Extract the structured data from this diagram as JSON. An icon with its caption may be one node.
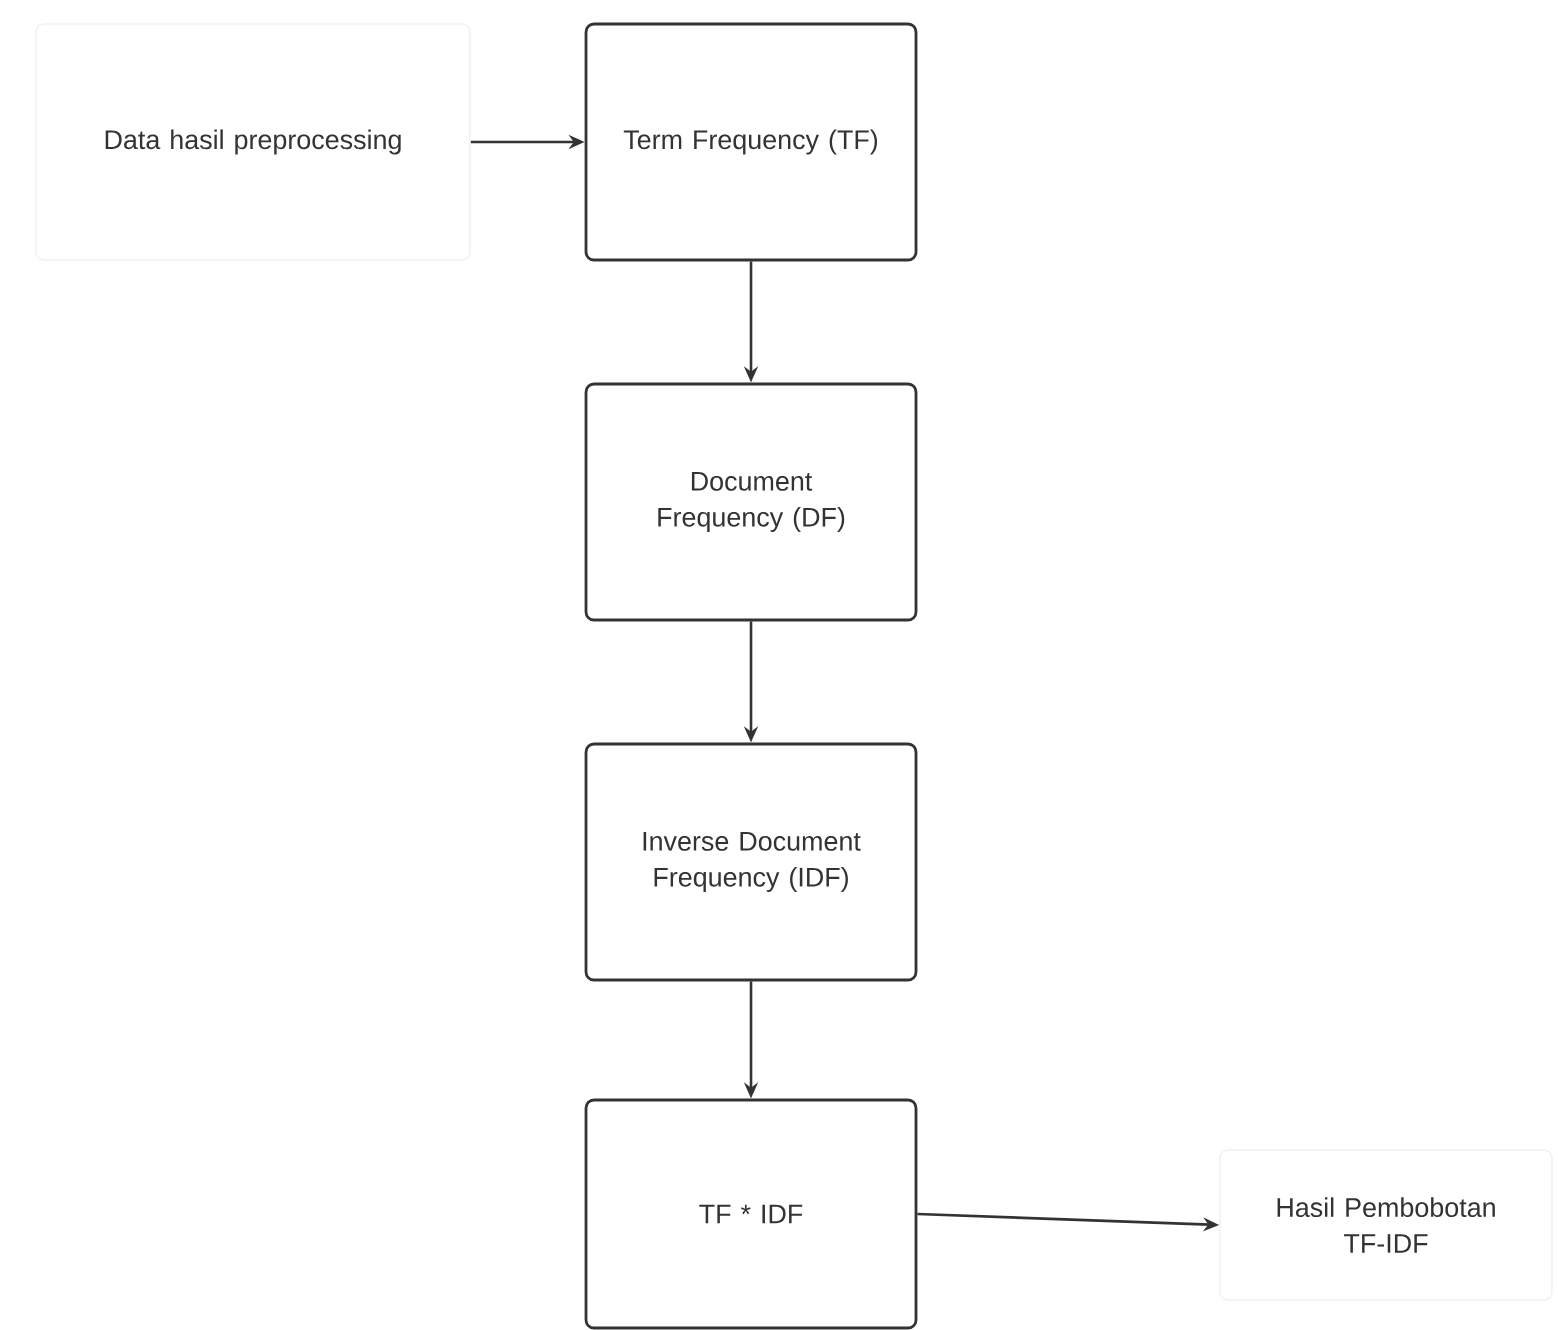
{
  "diagram": {
    "nodes": [
      {
        "text": [
          "Data hasil preprocessing"
        ]
      },
      {
        "text": [
          "Term Frequency (TF)"
        ]
      },
      {
        "text": [
          "Document Frequency (DF)"
        ]
      },
      {
        "text": [
          "Inverse Document Frequency (IDF)"
        ]
      },
      {
        "text": [
          "TF * IDF"
        ]
      },
      {
        "text": [
          "Hasil Pembobotan TF-IDF"
        ]
      }
    ],
    "edges": [
      {
        "from": 0,
        "to": 1,
        "arrow": "to"
      },
      {
        "from": 1,
        "to": 2,
        "arrow": "to"
      },
      {
        "from": 2,
        "to": 3,
        "arrow": "to"
      },
      {
        "from": 3,
        "to": 4,
        "arrow": "to"
      },
      {
        "from": 4,
        "to": 5,
        "arrow": "to"
      }
    ]
  }
}
